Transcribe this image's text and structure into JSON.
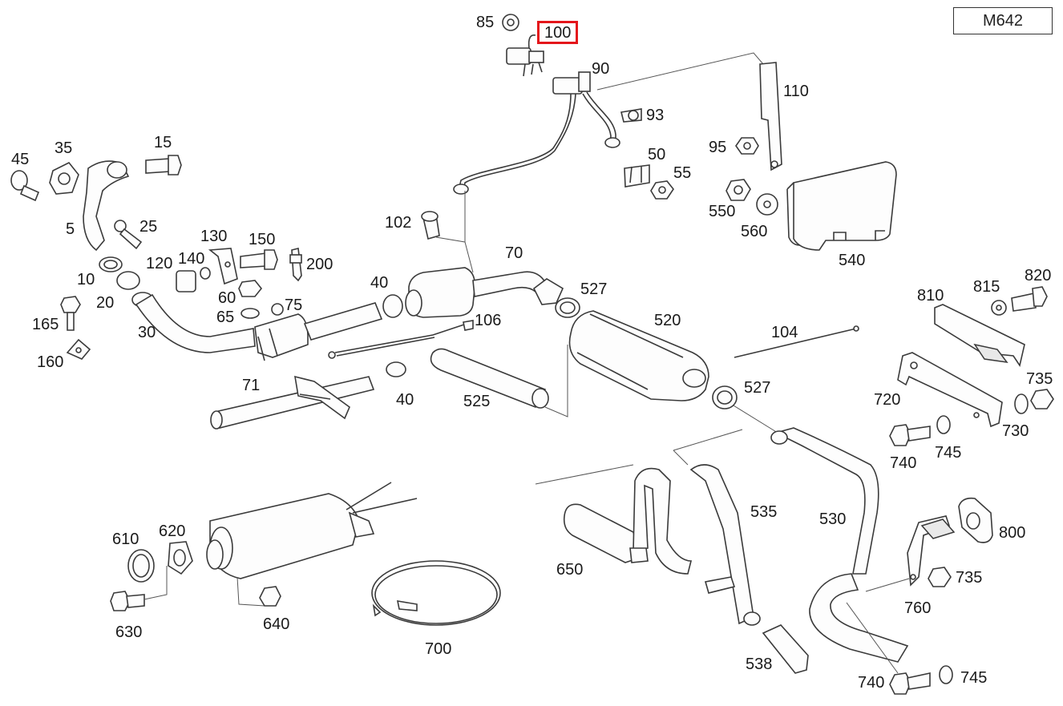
{
  "model": "M642",
  "highlighted_part": "100",
  "callouts": [
    {
      "id": "85",
      "label": "85"
    },
    {
      "id": "100",
      "label": "100"
    },
    {
      "id": "90",
      "label": "90"
    },
    {
      "id": "110",
      "label": "110"
    },
    {
      "id": "93",
      "label": "93"
    },
    {
      "id": "95",
      "label": "95"
    },
    {
      "id": "50",
      "label": "50"
    },
    {
      "id": "55",
      "label": "55"
    },
    {
      "id": "550",
      "label": "550"
    },
    {
      "id": "560",
      "label": "560"
    },
    {
      "id": "540",
      "label": "540"
    },
    {
      "id": "45",
      "label": "45"
    },
    {
      "id": "35",
      "label": "35"
    },
    {
      "id": "15",
      "label": "15"
    },
    {
      "id": "5",
      "label": "5"
    },
    {
      "id": "25",
      "label": "25"
    },
    {
      "id": "102",
      "label": "102"
    },
    {
      "id": "70",
      "label": "70"
    },
    {
      "id": "130",
      "label": "130"
    },
    {
      "id": "150",
      "label": "150"
    },
    {
      "id": "200",
      "label": "200"
    },
    {
      "id": "120",
      "label": "120"
    },
    {
      "id": "140",
      "label": "140"
    },
    {
      "id": "10",
      "label": "10"
    },
    {
      "id": "20",
      "label": "20"
    },
    {
      "id": "60",
      "label": "60"
    },
    {
      "id": "75",
      "label": "75"
    },
    {
      "id": "65",
      "label": "65"
    },
    {
      "id": "40a",
      "label": "40"
    },
    {
      "id": "527a",
      "label": "527"
    },
    {
      "id": "520",
      "label": "520"
    },
    {
      "id": "106",
      "label": "106"
    },
    {
      "id": "165",
      "label": "165"
    },
    {
      "id": "30",
      "label": "30"
    },
    {
      "id": "160",
      "label": "160"
    },
    {
      "id": "104",
      "label": "104"
    },
    {
      "id": "71",
      "label": "71"
    },
    {
      "id": "40b",
      "label": "40"
    },
    {
      "id": "525",
      "label": "525"
    },
    {
      "id": "527b",
      "label": "527"
    },
    {
      "id": "810",
      "label": "810"
    },
    {
      "id": "815",
      "label": "815"
    },
    {
      "id": "820",
      "label": "820"
    },
    {
      "id": "720",
      "label": "720"
    },
    {
      "id": "735a",
      "label": "735"
    },
    {
      "id": "730",
      "label": "730"
    },
    {
      "id": "740a",
      "label": "740"
    },
    {
      "id": "745a",
      "label": "745"
    },
    {
      "id": "535",
      "label": "535"
    },
    {
      "id": "530",
      "label": "530"
    },
    {
      "id": "800",
      "label": "800"
    },
    {
      "id": "610",
      "label": "610"
    },
    {
      "id": "620",
      "label": "620"
    },
    {
      "id": "650",
      "label": "650"
    },
    {
      "id": "735b",
      "label": "735"
    },
    {
      "id": "760",
      "label": "760"
    },
    {
      "id": "630",
      "label": "630"
    },
    {
      "id": "640",
      "label": "640"
    },
    {
      "id": "700",
      "label": "700"
    },
    {
      "id": "538",
      "label": "538"
    },
    {
      "id": "740b",
      "label": "740"
    },
    {
      "id": "745b",
      "label": "745"
    }
  ]
}
